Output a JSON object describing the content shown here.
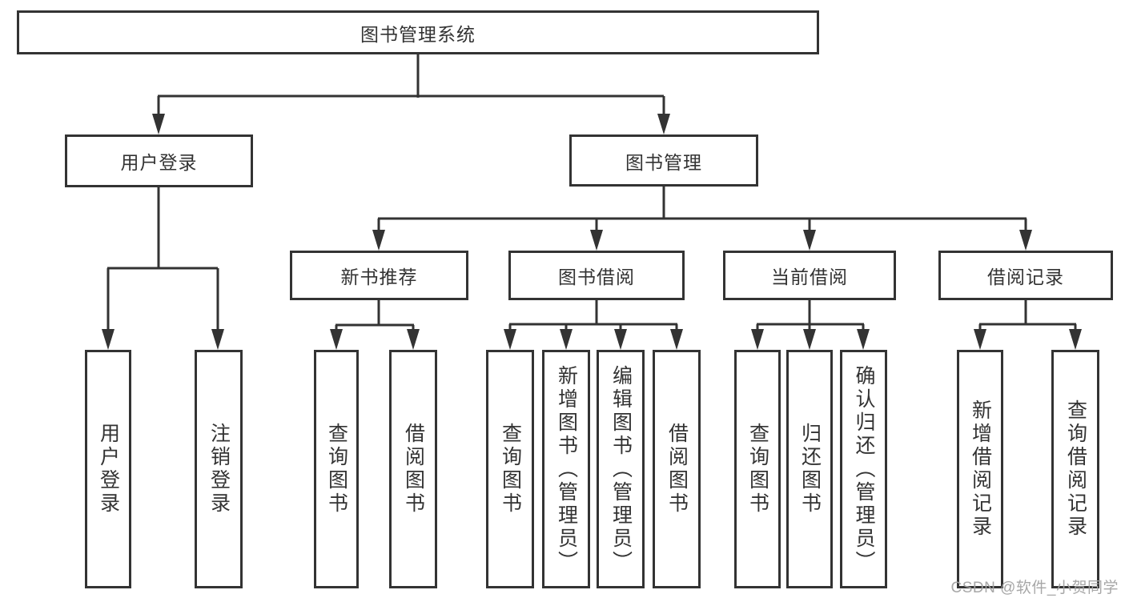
{
  "diagram": {
    "root": {
      "label": "图书管理系统"
    },
    "branches": [
      {
        "label": "用户登录",
        "children": [
          {
            "label": "用户登录"
          },
          {
            "label": "注销登录"
          }
        ]
      },
      {
        "label": "图书管理",
        "children": [
          {
            "label": "新书推荐",
            "children": [
              {
                "label": "查询图书"
              },
              {
                "label": "借阅图书"
              }
            ]
          },
          {
            "label": "图书借阅",
            "children": [
              {
                "label": "查询图书"
              },
              {
                "label": "新增图书（管理员）"
              },
              {
                "label": "编辑图书（管理员）"
              },
              {
                "label": "借阅图书"
              }
            ]
          },
          {
            "label": "当前借阅",
            "children": [
              {
                "label": "查询图书"
              },
              {
                "label": "归还图书"
              },
              {
                "label": "确认归还（管理员）"
              }
            ]
          },
          {
            "label": "借阅记录",
            "children": [
              {
                "label": "新增借阅记录"
              },
              {
                "label": "查询借阅记录"
              }
            ]
          }
        ]
      }
    ]
  },
  "watermark": {
    "text": "CSDN @软件_小贺同学"
  },
  "colors": {
    "line": "#333333",
    "box_border": "#333333",
    "text": "#333333",
    "watermark": "#a3a3a3",
    "background": "#ffffff"
  }
}
